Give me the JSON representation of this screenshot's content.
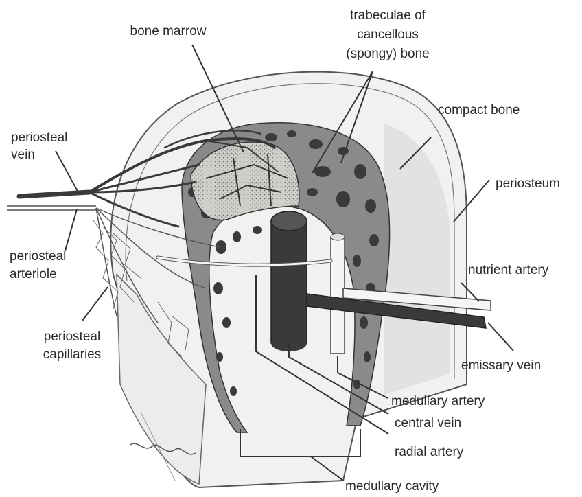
{
  "labels": {
    "bone_marrow": "bone marrow",
    "trabeculae_1": "trabeculae of",
    "trabeculae_2": "cancellous",
    "trabeculae_3": "(spongy) bone",
    "compact_bone": "compact bone",
    "periosteal_vein_1": "periosteal",
    "periosteal_vein_2": "vein",
    "periosteum": "periosteum",
    "periosteal_arteriole_1": "periosteal",
    "periosteal_arteriole_2": "arteriole",
    "nutrient_artery": "nutrient artery",
    "periosteal_capillaries_1": "periosteal",
    "periosteal_capillaries_2": "capillaries",
    "emissary_vein": "emissary vein",
    "medullary_artery": "medullary artery",
    "central_vein": "central vein",
    "radial_artery": "radial artery",
    "medullary_cavity": "medullary cavity"
  },
  "colors": {
    "ink": "#2b2b2b",
    "bone_fill": "#f1f1ef",
    "compact_shade": "#e2e2e0",
    "spongy_fill": "#8a8a8a",
    "marrow_fill": "#c9c9c5",
    "vein_fill": "#3a3a3a",
    "artery_fill": "#f5f5f3"
  }
}
